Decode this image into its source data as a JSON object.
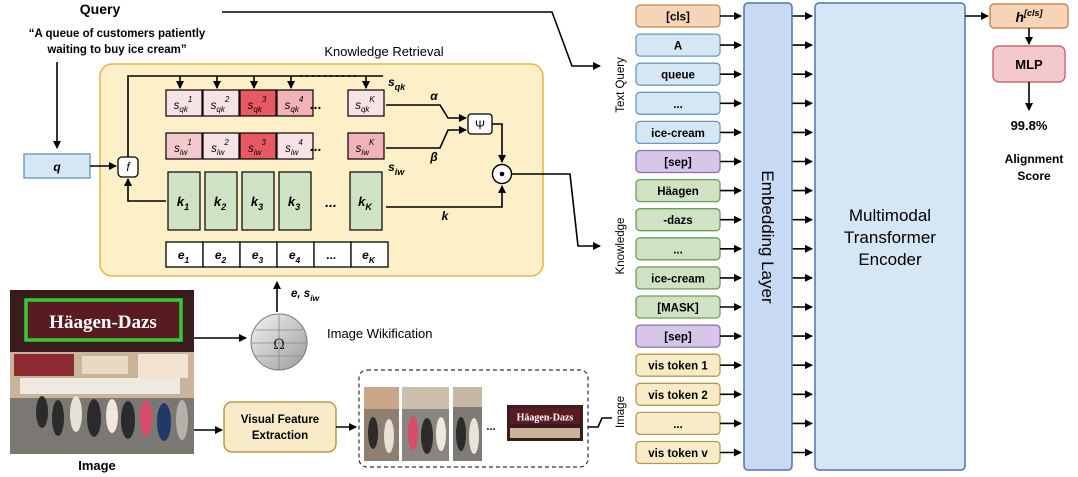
{
  "query": {
    "heading": "Query",
    "text_line1": "“A queue of customers patiently",
    "text_line2": "waiting to buy ice cream”"
  },
  "retrieval": {
    "title": "Knowledge Retrieval",
    "q_label": "q",
    "f_label": "f",
    "psi_label": "Ψ",
    "alpha_label": "α",
    "beta_label": "β",
    "k_label": "k",
    "sqk_label": "s",
    "sqk_sub": "qk",
    "siw_label": "s",
    "siw_sub": "iw",
    "ellipsis": "...",
    "sqk_row": [
      {
        "sup": "1",
        "color": "#f7e3e6"
      },
      {
        "sup": "2",
        "color": "#f7e3e6"
      },
      {
        "sup": "3",
        "color": "#e85a63"
      },
      {
        "sup": "4",
        "color": "#f1b3b8"
      },
      {
        "sup": "K",
        "color": "#f7e3e6"
      }
    ],
    "siw_row": [
      {
        "sup": "1",
        "color": "#f4c9cd"
      },
      {
        "sup": "2",
        "color": "#f7e3e6"
      },
      {
        "sup": "3",
        "color": "#e85a63"
      },
      {
        "sup": "4",
        "color": "#f7e3e6"
      },
      {
        "sup": "K",
        "color": "#f1b3b8"
      }
    ],
    "k_row": [
      {
        "base": "k",
        "sub": "1"
      },
      {
        "base": "k",
        "sub": "2"
      },
      {
        "base": "k",
        "sub": "3"
      },
      {
        "base": "k",
        "sub": "3"
      },
      {
        "base": "k",
        "sub": "K"
      }
    ],
    "e_row": [
      {
        "base": "e",
        "sub": "1"
      },
      {
        "base": "e",
        "sub": "2"
      },
      {
        "base": "e",
        "sub": "3"
      },
      {
        "base": "e",
        "sub": "4"
      },
      {
        "base": "...",
        "sub": ""
      },
      {
        "base": "e",
        "sub": "K"
      }
    ],
    "wiki_output": "e, s",
    "wiki_output_sub": "iw"
  },
  "image": {
    "label": "Image",
    "sign_text": "Häagen-Dazs",
    "thumb_sign_text": "Häagen-Dazs",
    "wikification_label": "Image Wikification",
    "wiki_globe_glyph": "Ω",
    "feature_extraction_line1": "Visual Feature",
    "feature_extraction_line2": "Extraction",
    "crops_ellipsis": "..."
  },
  "encoder": {
    "group_labels": {
      "text": "Text Query",
      "knowledge": "Knowledge",
      "image": "Image"
    },
    "tokens": [
      {
        "label": "[cls]",
        "fill": "#f6d4b8",
        "stroke": "#c9864d",
        "group": "text"
      },
      {
        "label": "A",
        "fill": "#d5e6f4",
        "stroke": "#6d98bc",
        "group": "text"
      },
      {
        "label": "queue",
        "fill": "#d5e6f4",
        "stroke": "#6d98bc",
        "group": "text"
      },
      {
        "label": "...",
        "fill": "#d5e6f4",
        "stroke": "#6d98bc",
        "group": "text"
      },
      {
        "label": "ice-cream",
        "fill": "#d5e6f4",
        "stroke": "#6d98bc",
        "group": "text"
      },
      {
        "label": "[sep]",
        "fill": "#d6c6e8",
        "stroke": "#8a6db5",
        "group": "sep"
      },
      {
        "label": "Häagen",
        "fill": "#cfe3c4",
        "stroke": "#6f9a5c",
        "group": "knowledge"
      },
      {
        "label": "-dazs",
        "fill": "#cfe3c4",
        "stroke": "#6f9a5c",
        "group": "knowledge"
      },
      {
        "label": "...",
        "fill": "#cfe3c4",
        "stroke": "#6f9a5c",
        "group": "knowledge"
      },
      {
        "label": "ice-cream",
        "fill": "#cfe3c4",
        "stroke": "#6f9a5c",
        "group": "knowledge"
      },
      {
        "label": "[MASK]",
        "fill": "#cfe3c4",
        "stroke": "#6f9a5c",
        "group": "knowledge"
      },
      {
        "label": "[sep]",
        "fill": "#d6c6e8",
        "stroke": "#8a6db5",
        "group": "sep"
      },
      {
        "label": "vis token 1",
        "fill": "#f8ecc8",
        "stroke": "#b99a4a",
        "group": "image"
      },
      {
        "label": "vis token 2",
        "fill": "#f8ecc8",
        "stroke": "#b99a4a",
        "group": "image"
      },
      {
        "label": "...",
        "fill": "#f8ecc8",
        "stroke": "#b99a4a",
        "group": "image"
      },
      {
        "label": "vis token v",
        "fill": "#f8ecc8",
        "stroke": "#b99a4a",
        "group": "image"
      }
    ],
    "embedding_label": "Embedding Layer",
    "transformer_line1": "Multimodal",
    "transformer_line2": "Transformer",
    "transformer_line3": "Encoder"
  },
  "output": {
    "h_label": "h",
    "h_sup": "[cls]",
    "mlp_label": "MLP",
    "score": "99.8%",
    "score_label_line1": "Alignment",
    "score_label_line2": "Score"
  },
  "colors": {
    "retrieval_bg": "#fdf0c8",
    "retrieval_border": "#e3b94a",
    "q_fill": "#d5e6f4",
    "k_fill": "#cfe3c4",
    "embedding_fill": "#c8d9f3",
    "transformer_fill": "#d5e6f4",
    "h_fill": "#f6d4b8",
    "mlp_fill": "#f4c9cd",
    "feature_fill": "#f8ecc8",
    "sign_green": "#33cc33"
  }
}
